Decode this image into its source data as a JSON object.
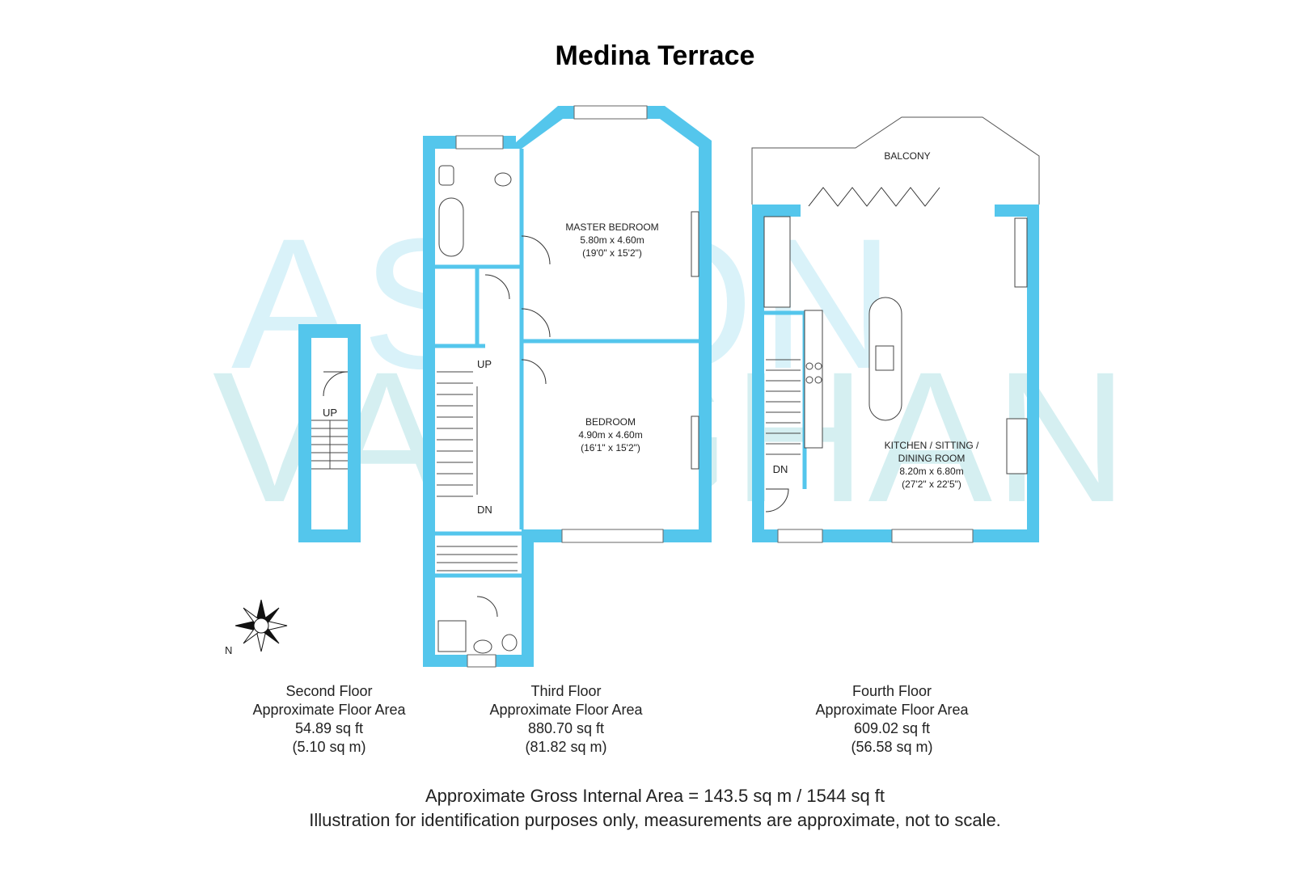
{
  "title": "Medina Terrace",
  "watermark": {
    "line1": "ASTON",
    "line2": "VAUGHAN"
  },
  "colors": {
    "wall": "#54c6ec",
    "watermark_top": "#cdeef7",
    "watermark_bottom": "#b3e3e7"
  },
  "rooms": {
    "master_bedroom": {
      "name": "MASTER BEDROOM",
      "metric": "5.80m x 4.60m",
      "imperial": "(19'0\" x 15'2\")"
    },
    "bedroom": {
      "name": "BEDROOM",
      "metric": "4.90m x 4.60m",
      "imperial": "(16'1\" x 15'2\")"
    },
    "kitchen": {
      "name_line1": "KITCHEN / SITTING /",
      "name_line2": "DINING ROOM",
      "metric": "8.20m x 6.80m",
      "imperial": "(27'2\" x 22'5\")"
    },
    "balcony": {
      "name": "BALCONY"
    }
  },
  "stair_labels": {
    "second_up": "UP",
    "third_up": "UP",
    "third_dn": "DN",
    "fourth_dn": "DN"
  },
  "compass": {
    "label": "N"
  },
  "floors": [
    {
      "name": "Second Floor",
      "caption": "Approximate Floor Area",
      "sqft": "54.89 sq ft",
      "sqm": "(5.10 sq m)"
    },
    {
      "name": "Third Floor",
      "caption": "Approximate Floor Area",
      "sqft": "880.70 sq ft",
      "sqm": "(81.82 sq m)"
    },
    {
      "name": "Fourth Floor",
      "caption": "Approximate Floor Area",
      "sqft": "609.02 sq ft",
      "sqm": "(56.58 sq m)"
    }
  ],
  "footer": {
    "gross": "Approximate Gross Internal Area = 143.5 sq m / 1544 sq ft",
    "disclaimer": "Illustration for identification purposes only, measurements are approximate, not to scale."
  }
}
